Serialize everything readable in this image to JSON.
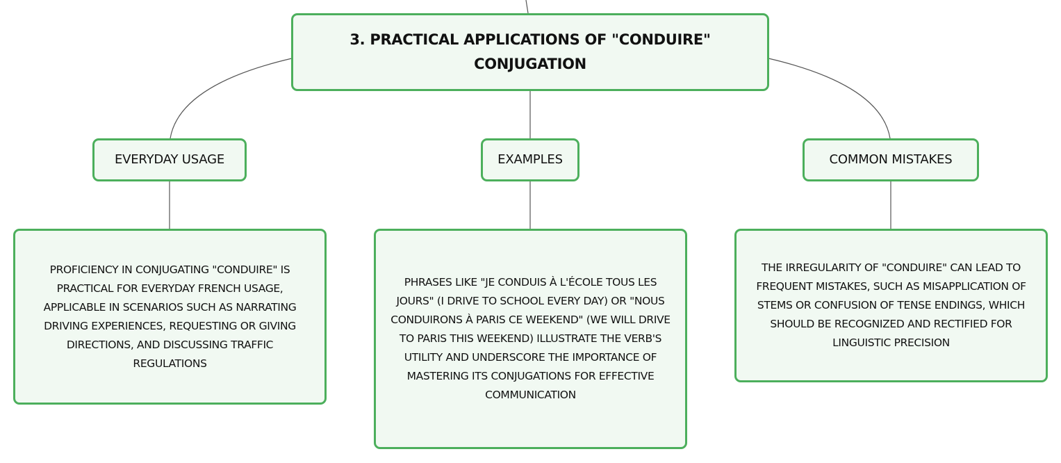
{
  "colors": {
    "node_fill": "#f1f9f2",
    "node_border": "#4caf5c",
    "connector": "#555555",
    "text": "#111111"
  },
  "root": {
    "title": "3. PRACTICAL APPLICATIONS OF \"CONDUIRE\" CONJUGATION"
  },
  "branches": [
    {
      "title": "EVERYDAY USAGE",
      "detail": "PROFICIENCY IN CONJUGATING \"CONDUIRE\" IS PRACTICAL FOR EVERYDAY FRENCH USAGE, APPLICABLE IN SCENARIOS SUCH AS NARRATING DRIVING EXPERIENCES, REQUESTING OR GIVING DIRECTIONS, AND DISCUSSING TRAFFIC REGULATIONS"
    },
    {
      "title": "EXAMPLES",
      "detail": "PHRASES LIKE \"JE CONDUIS À L'ÉCOLE TOUS LES JOURS\" (I DRIVE TO SCHOOL EVERY DAY) OR \"NOUS CONDUIRONS À PARIS CE WEEKEND\" (WE WILL DRIVE TO PARIS THIS WEEKEND) ILLUSTRATE THE VERB'S UTILITY AND UNDERSCORE THE IMPORTANCE OF MASTERING ITS CONJUGATIONS FOR EFFECTIVE COMMUNICATION"
    },
    {
      "title": "COMMON MISTAKES",
      "detail": "THE IRREGULARITY OF \"CONDUIRE\" CAN LEAD TO FREQUENT MISTAKES, SUCH AS MISAPPLICATION OF STEMS OR CONFUSION OF TENSE ENDINGS, WHICH SHOULD BE RECOGNIZED AND RECTIFIED FOR LINGUISTIC PRECISION"
    }
  ]
}
